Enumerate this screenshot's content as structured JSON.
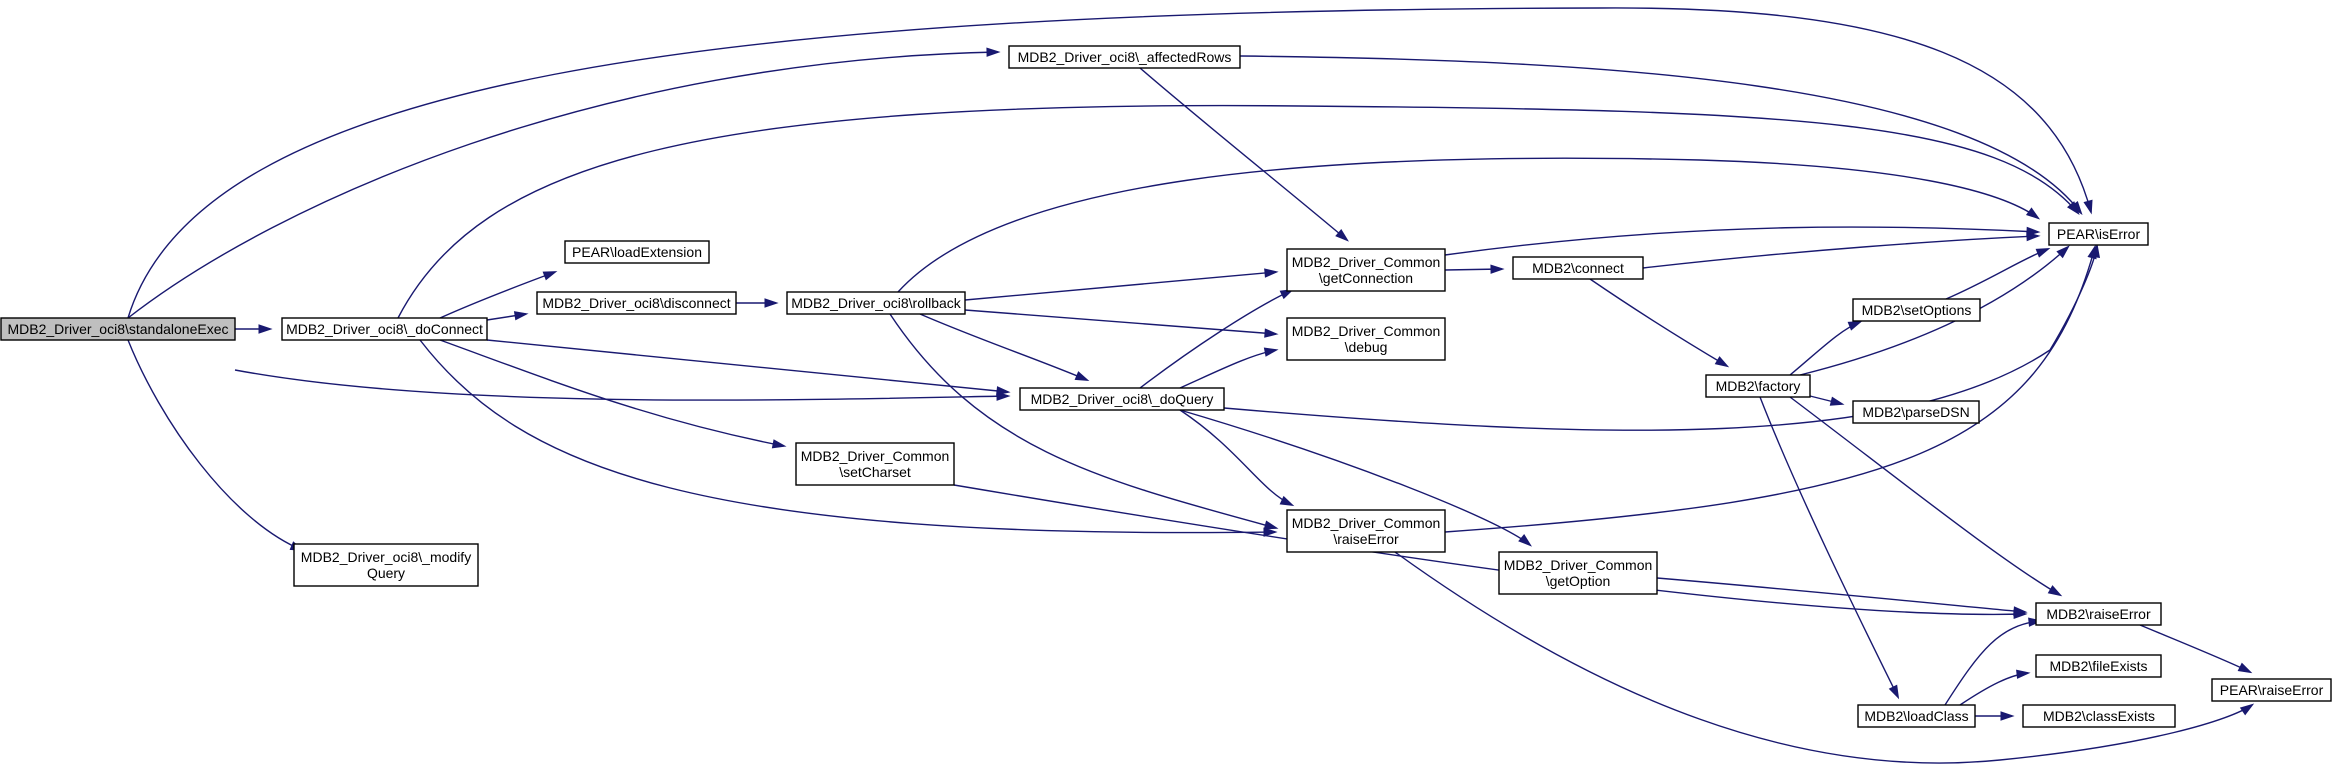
{
  "graph": {
    "nodes": [
      {
        "id": "standaloneExec",
        "lines": [
          "MDB2_Driver_oci8\\standaloneExec"
        ],
        "highlight": true
      },
      {
        "id": "doConnect",
        "lines": [
          "MDB2_Driver_oci8\\_doConnect"
        ]
      },
      {
        "id": "modifyQuery",
        "lines": [
          "MDB2_Driver_oci8\\_modify",
          "Query"
        ]
      },
      {
        "id": "affectedRows",
        "lines": [
          "MDB2_Driver_oci8\\_affectedRows"
        ]
      },
      {
        "id": "loadExtension",
        "lines": [
          "PEAR\\loadExtension"
        ]
      },
      {
        "id": "disconnect",
        "lines": [
          "MDB2_Driver_oci8\\disconnect"
        ]
      },
      {
        "id": "rollback",
        "lines": [
          "MDB2_Driver_oci8\\rollback"
        ]
      },
      {
        "id": "setCharset",
        "lines": [
          "MDB2_Driver_Common",
          "\\setCharset"
        ]
      },
      {
        "id": "doQuery",
        "lines": [
          "MDB2_Driver_oci8\\_doQuery"
        ]
      },
      {
        "id": "getConnection",
        "lines": [
          "MDB2_Driver_Common",
          "\\getConnection"
        ]
      },
      {
        "id": "debug",
        "lines": [
          "MDB2_Driver_Common",
          "\\debug"
        ]
      },
      {
        "id": "commonRaiseError",
        "lines": [
          "MDB2_Driver_Common",
          "\\raiseError"
        ]
      },
      {
        "id": "getOption",
        "lines": [
          "MDB2_Driver_Common",
          "\\getOption"
        ]
      },
      {
        "id": "connect",
        "lines": [
          "MDB2\\connect"
        ]
      },
      {
        "id": "factory",
        "lines": [
          "MDB2\\factory"
        ]
      },
      {
        "id": "setOptions",
        "lines": [
          "MDB2\\setOptions"
        ]
      },
      {
        "id": "parseDSN",
        "lines": [
          "MDB2\\parseDSN"
        ]
      },
      {
        "id": "loadClass",
        "lines": [
          "MDB2\\loadClass"
        ]
      },
      {
        "id": "isError",
        "lines": [
          "PEAR\\isError"
        ]
      },
      {
        "id": "mdb2RaiseError",
        "lines": [
          "MDB2\\raiseError"
        ]
      },
      {
        "id": "fileExists",
        "lines": [
          "MDB2\\fileExists"
        ]
      },
      {
        "id": "classExists",
        "lines": [
          "MDB2\\classExists"
        ]
      },
      {
        "id": "pearRaiseError",
        "lines": [
          "PEAR\\raiseError"
        ]
      }
    ],
    "edges": [
      [
        "standaloneExec",
        "doConnect"
      ],
      [
        "standaloneExec",
        "affectedRows"
      ],
      [
        "standaloneExec",
        "isError"
      ],
      [
        "standaloneExec",
        "doQuery"
      ],
      [
        "standaloneExec",
        "modifyQuery"
      ],
      [
        "affectedRows",
        "isError"
      ],
      [
        "affectedRows",
        "getConnection"
      ],
      [
        "doConnect",
        "isError"
      ],
      [
        "doConnect",
        "loadExtension"
      ],
      [
        "doConnect",
        "disconnect"
      ],
      [
        "doConnect",
        "doQuery"
      ],
      [
        "doConnect",
        "setCharset"
      ],
      [
        "doConnect",
        "commonRaiseError"
      ],
      [
        "disconnect",
        "rollback"
      ],
      [
        "rollback",
        "isError"
      ],
      [
        "rollback",
        "getConnection"
      ],
      [
        "rollback",
        "debug"
      ],
      [
        "rollback",
        "doQuery"
      ],
      [
        "rollback",
        "commonRaiseError"
      ],
      [
        "doQuery",
        "getConnection"
      ],
      [
        "doQuery",
        "debug"
      ],
      [
        "doQuery",
        "isError"
      ],
      [
        "doQuery",
        "commonRaiseError"
      ],
      [
        "doQuery",
        "getOption"
      ],
      [
        "setCharset",
        "mdb2RaiseError"
      ],
      [
        "getConnection",
        "isError"
      ],
      [
        "getConnection",
        "connect"
      ],
      [
        "connect",
        "isError"
      ],
      [
        "connect",
        "factory"
      ],
      [
        "factory",
        "setOptions"
      ],
      [
        "factory",
        "isError"
      ],
      [
        "factory",
        "parseDSN"
      ],
      [
        "factory",
        "mdb2RaiseError"
      ],
      [
        "factory",
        "loadClass"
      ],
      [
        "setOptions",
        "isError"
      ],
      [
        "commonRaiseError",
        "isError"
      ],
      [
        "commonRaiseError",
        "pearRaiseError"
      ],
      [
        "getOption",
        "mdb2RaiseError"
      ],
      [
        "loadClass",
        "mdb2RaiseError"
      ],
      [
        "loadClass",
        "fileExists"
      ],
      [
        "loadClass",
        "classExists"
      ],
      [
        "mdb2RaiseError",
        "pearRaiseError"
      ]
    ]
  },
  "colors": {
    "edge": "#191970",
    "node_border": "#000000",
    "node_fill": "#ffffff",
    "highlight_fill": "#bfbfbf"
  }
}
